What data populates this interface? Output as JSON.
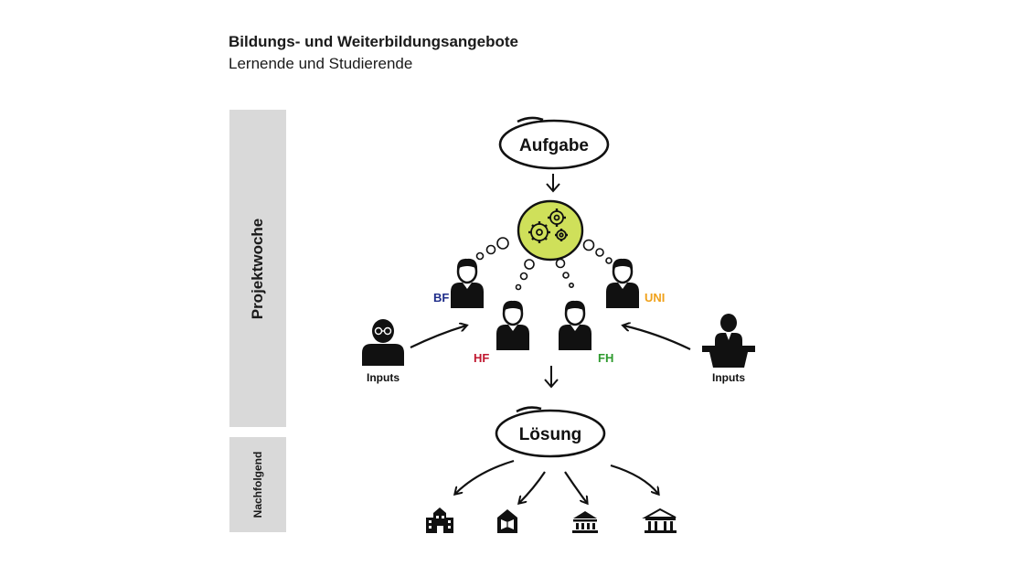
{
  "header": {
    "title": "Bildungs- und Weiterbildungsangebote",
    "subtitle": "Lernende und Studierende"
  },
  "sidebar": {
    "phase_1": "Projektwoche",
    "phase_2": "Nachfolgend"
  },
  "diagram": {
    "task": "Aufgabe",
    "solution": "Lösung",
    "input_left": "Inputs",
    "input_right": "Inputs",
    "groups": {
      "bf": "BF",
      "hf": "HF",
      "fh": "FH",
      "uni": "UNI"
    },
    "colors": {
      "bf": "#1f2d8a",
      "hf": "#c0172f",
      "fh": "#2e9a2e",
      "uni": "#f0a21c",
      "gear_circle": "#cfe05a",
      "sidebar_bar": "#d9d9d9"
    },
    "icons": [
      "gears-icon",
      "person-icon",
      "speaker-podium-icon",
      "school-building-icon",
      "library-icon",
      "museum-icon",
      "institution-icon"
    ]
  }
}
